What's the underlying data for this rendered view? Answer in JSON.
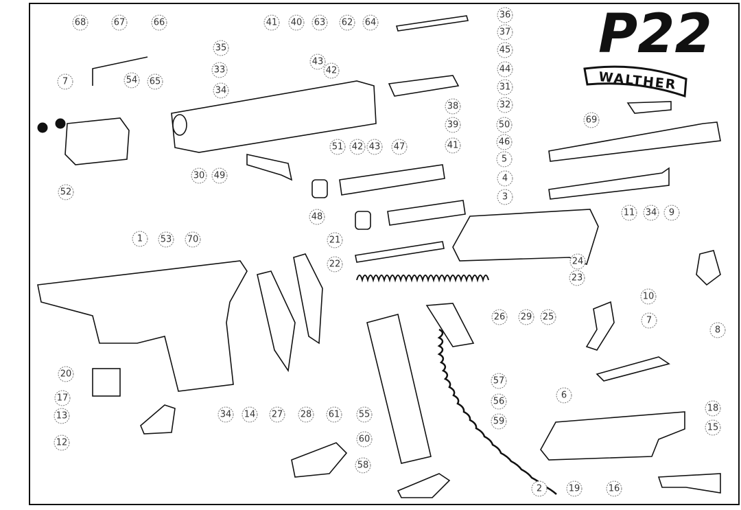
{
  "diagram": {
    "logo": {
      "model": "P22",
      "brand": "WALTHER"
    },
    "part_labels": [
      "68",
      "67",
      "66",
      "41",
      "40",
      "63",
      "62",
      "64",
      "36",
      "37",
      "45",
      "44",
      "31",
      "32",
      "35",
      "33",
      "34",
      "43",
      "42",
      "7",
      "54",
      "65",
      "38",
      "39",
      "41",
      "42",
      "43",
      "47",
      "51",
      "30",
      "49",
      "52",
      "5",
      "4",
      "3",
      "50",
      "46",
      "69",
      "48",
      "1",
      "53",
      "70",
      "21",
      "22",
      "11",
      "34",
      "9",
      "24",
      "23",
      "10",
      "26",
      "29",
      "25",
      "7",
      "8",
      "20",
      "17",
      "13",
      "34",
      "14",
      "27",
      "28",
      "61",
      "55",
      "60",
      "58",
      "12",
      "57",
      "56",
      "59",
      "6",
      "18",
      "15",
      "2",
      "19",
      "16"
    ]
  }
}
